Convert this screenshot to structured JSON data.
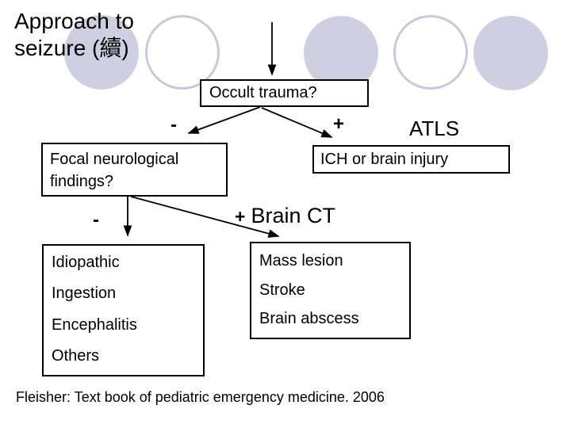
{
  "slide": {
    "title_line1": "Approach to",
    "title_line2": "seizure (續)",
    "citation": "Fleisher: Text book of pediatric emergency medicine. 2006"
  },
  "flowchart": {
    "occult_question": "Occult trauma?",
    "occult_negative": "-",
    "occult_positive": "+",
    "atls_label": "ATLS",
    "ich_label": "ICH or brain injury",
    "focal_question_line1": "Focal neurological",
    "focal_question_line2": "findings?",
    "focal_negative": "-",
    "focal_positive": "+",
    "brain_ct_label": "Brain CT",
    "etiology_list": [
      "Idiopathic",
      "Ingestion",
      "Encephalitis",
      "Others"
    ],
    "ct_findings_list": [
      "Mass lesion",
      "Stroke",
      "Brain abscess"
    ]
  },
  "decoration": {
    "circle_fill_color": "#cfcfe2",
    "circle_outline_color": "#c9c9dd"
  }
}
